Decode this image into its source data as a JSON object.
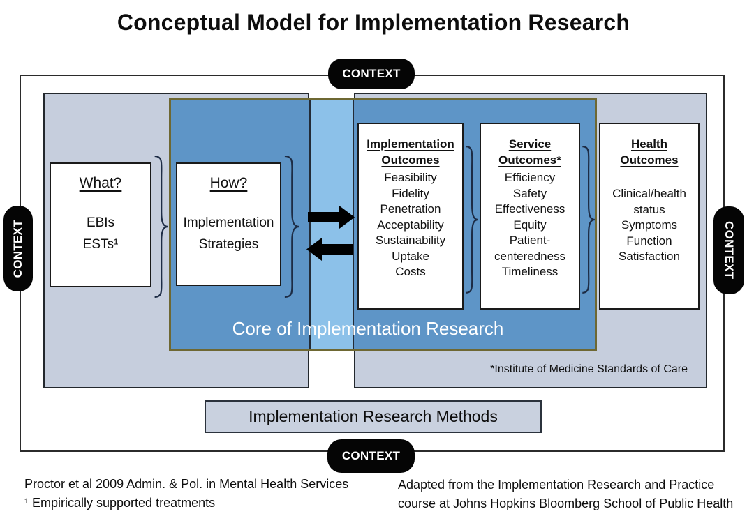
{
  "title": "Conceptual Model for Implementation Research",
  "context_label": "CONTEXT",
  "boxes": {
    "what": {
      "heading": "What?",
      "items": [
        "EBIs",
        "ESTs¹"
      ]
    },
    "how": {
      "heading": "How?",
      "items": [
        "Implementation Strategies"
      ]
    },
    "implementation_outcomes": {
      "heading": "Implementation Outcomes",
      "items": [
        "Feasibility",
        "Fidelity",
        "Penetration",
        "Acceptability",
        "Sustainability",
        "Uptake",
        "Costs"
      ]
    },
    "service_outcomes": {
      "heading": "Service Outcomes*",
      "items": [
        "Efficiency",
        "Safety",
        "Effectiveness",
        "Equity",
        "Patient-centeredness",
        "Timeliness"
      ]
    },
    "health_outcomes": {
      "heading": "Health Outcomes",
      "items": [
        "Clinical/health status",
        "Symptoms",
        "Function",
        "Satisfaction"
      ]
    }
  },
  "core_label": "Core of Implementation Research",
  "institute_note": "*Institute of Medicine Standards of Care",
  "methods_label": "Implementation Research Methods",
  "footer": {
    "left_line1": "Proctor et al 2009 Admin. & Pol. in Mental Health Services",
    "left_line2": "¹ Empirically supported treatments",
    "right_line1": "Adapted from the Implementation Research and Practice",
    "right_line2": "course at Johns Hopkins Bloomberg School of Public Health"
  },
  "colors": {
    "panel_gray": "#c6cedd",
    "core_blue": "#5e95c7",
    "light_blue_strip": "#8cc1e9",
    "core_border_olive": "#6e6833",
    "pill_black": "#050505",
    "core_label_white": "#ffffff"
  }
}
